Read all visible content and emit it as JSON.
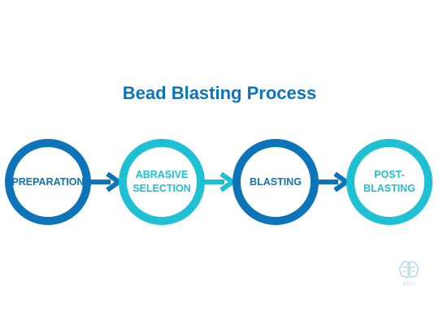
{
  "title": "Bead Blasting Process",
  "colors": {
    "title": "#0E74BA",
    "dark": "#0E74BA",
    "light": "#20C0D4",
    "logo": "#B9D9E8"
  },
  "steps": [
    {
      "label": "PREPARATION",
      "tone": "dark"
    },
    {
      "label": "ABRASIVE SELECTION",
      "tone": "light"
    },
    {
      "label": "BLASTING",
      "tone": "dark"
    },
    {
      "label": "POST-BLASTING",
      "tone": "light"
    }
  ],
  "connectors": [
    "arrow-right",
    "arrow-right",
    "arrow-right"
  ],
  "logo": {
    "icon": "brain-logo-icon",
    "text": "EZIIL"
  }
}
